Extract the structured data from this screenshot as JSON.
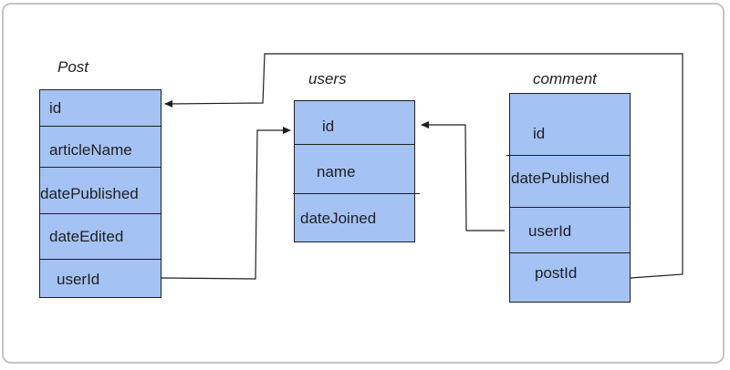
{
  "tables": [
    {
      "title": "Post",
      "fields": [
        "id",
        "articleName",
        "datePublished",
        "dateEdited",
        "userId"
      ]
    },
    {
      "title": "users",
      "fields": [
        "id",
        "name",
        "dateJoined"
      ]
    },
    {
      "title": "comment",
      "fields": [
        "id",
        "datePublished",
        "userId",
        "postId"
      ]
    }
  ],
  "relations": [
    {
      "from": "Post.userId",
      "to": "users.id"
    },
    {
      "from": "comment.userId",
      "to": "users.id"
    },
    {
      "from": "comment.postId",
      "to": "Post.id"
    }
  ],
  "colors": {
    "table_fill": "#a4c2f4",
    "line": "#1f1f1f"
  }
}
